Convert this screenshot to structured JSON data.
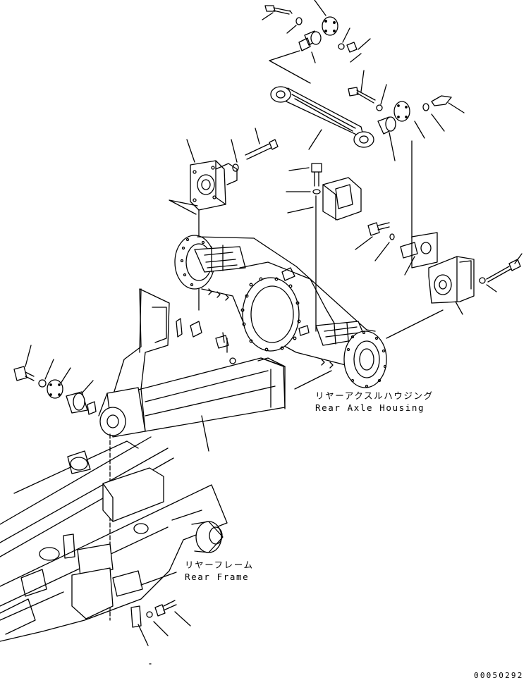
{
  "labels": {
    "rear_axle_housing_jp": "リヤーアクスルハウジング",
    "rear_axle_housing_en": "Rear Axle Housing",
    "rear_frame_jp": "リヤーフレーム",
    "rear_frame_en": "Rear Frame",
    "drawing_number": "00050292"
  },
  "colors": {
    "ink": "#000000",
    "background": "#ffffff"
  }
}
